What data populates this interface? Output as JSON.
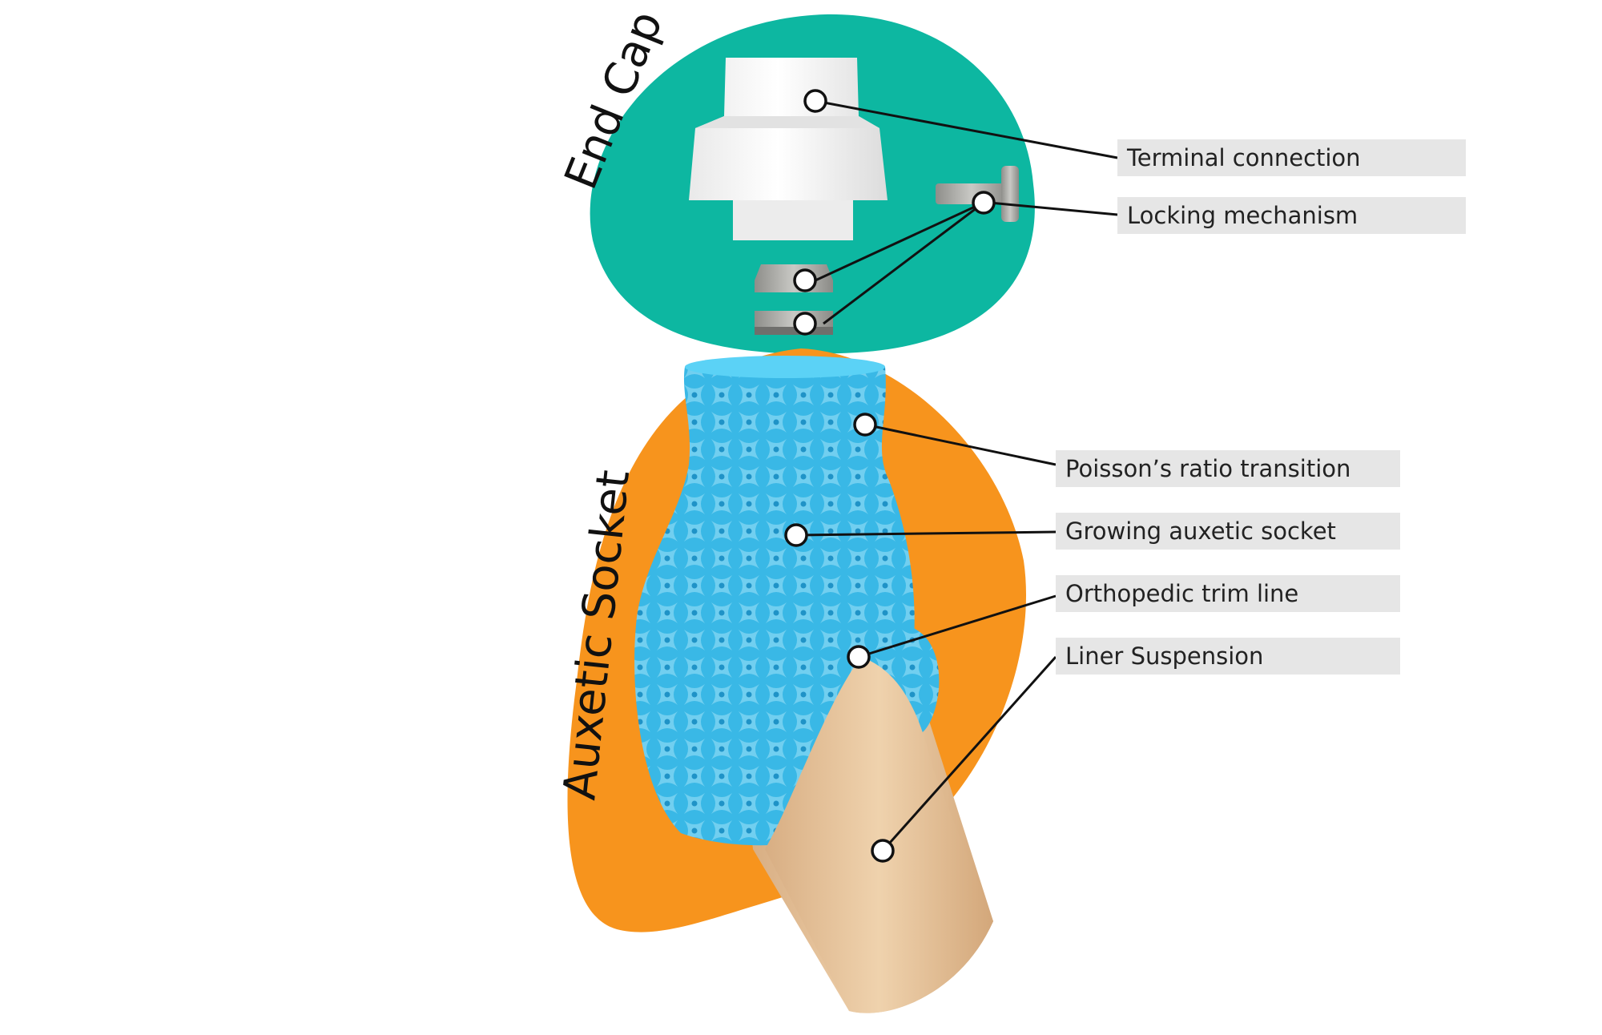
{
  "sections": {
    "end_cap": "End Cap",
    "auxetic_socket": "Auxetic Socket"
  },
  "callouts": [
    "Terminal connection",
    "Locking mechanism",
    "Poisson’s ratio transition",
    "Growing auxetic socket",
    "Orthopedic trim line",
    "Liner Suspension"
  ],
  "colors": {
    "end_cap_blob": "#0db7a1",
    "socket_blob": "#f7941d",
    "auxetic_lattice": "#3fc3ee",
    "liner": "#e8c39a",
    "end_cap_part": "#f4f4f4",
    "metal": "#a7a7a3",
    "label_bg": "#e6e6e6"
  }
}
